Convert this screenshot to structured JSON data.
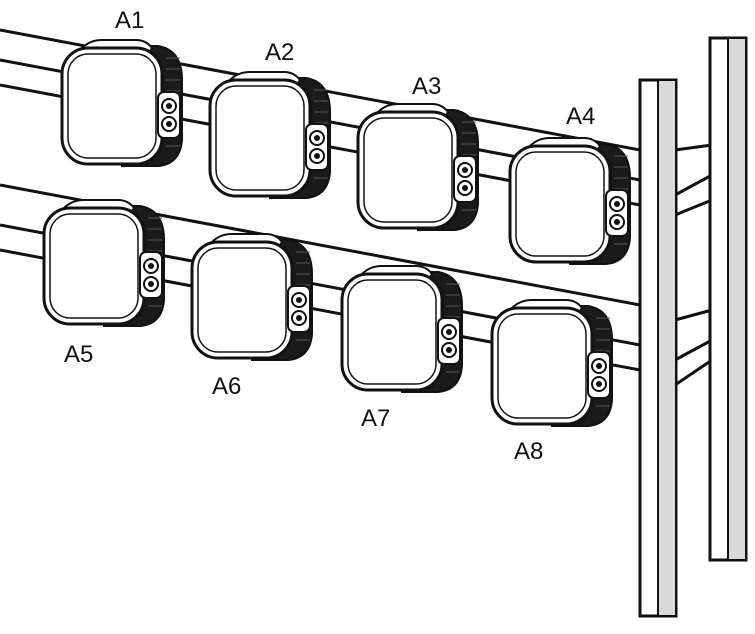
{
  "modules": [
    {
      "id": "m1",
      "label": "A1"
    },
    {
      "id": "m2",
      "label": "A2"
    },
    {
      "id": "m3",
      "label": "A3"
    },
    {
      "id": "m4",
      "label": "A4"
    },
    {
      "id": "m5",
      "label": "A5"
    },
    {
      "id": "m6",
      "label": "A6"
    },
    {
      "id": "m7",
      "label": "A7"
    },
    {
      "id": "m8",
      "label": "A8"
    }
  ],
  "colors": {
    "line": "#111111",
    "post_fill": "#d9d9d9",
    "body_dark": "#1a1a1a",
    "face": "#ffffff"
  }
}
